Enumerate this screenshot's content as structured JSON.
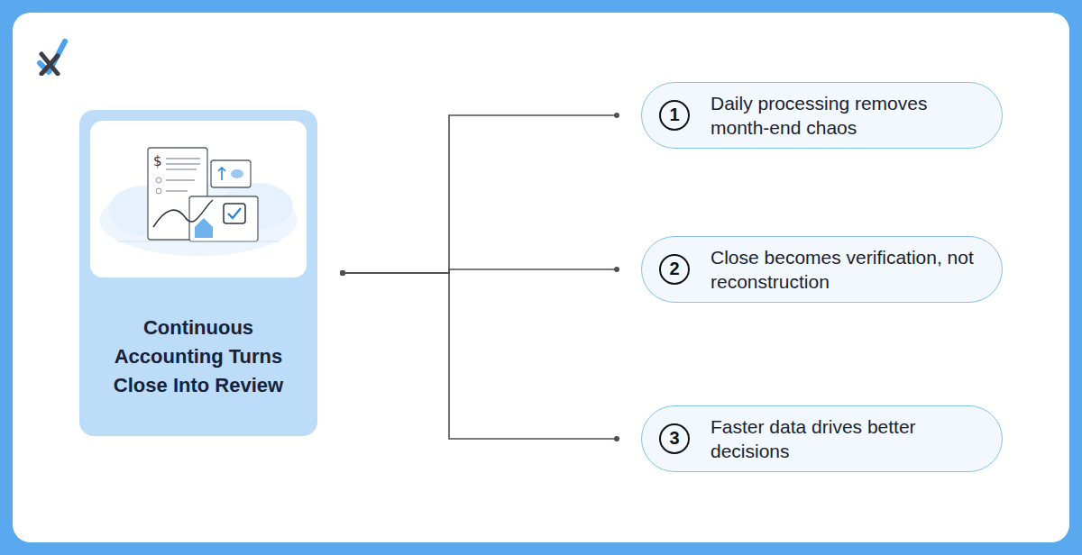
{
  "diagram": {
    "nodes": [
      {
        "text": [
          "Continuous Accounting Turns Close Into Review"
        ]
      },
      {
        "text": [
          "1",
          "Daily processing removes month-end chaos"
        ]
      },
      {
        "text": [
          "2",
          "Close becomes verification, not reconstruction"
        ]
      },
      {
        "text": [
          "3",
          "Faster data drives better decisions"
        ]
      }
    ],
    "edges": [
      {
        "from": 0,
        "to": 1,
        "arrow": "none"
      },
      {
        "from": 0,
        "to": 2,
        "arrow": "none"
      },
      {
        "from": 0,
        "to": 3,
        "arrow": "none"
      }
    ]
  }
}
